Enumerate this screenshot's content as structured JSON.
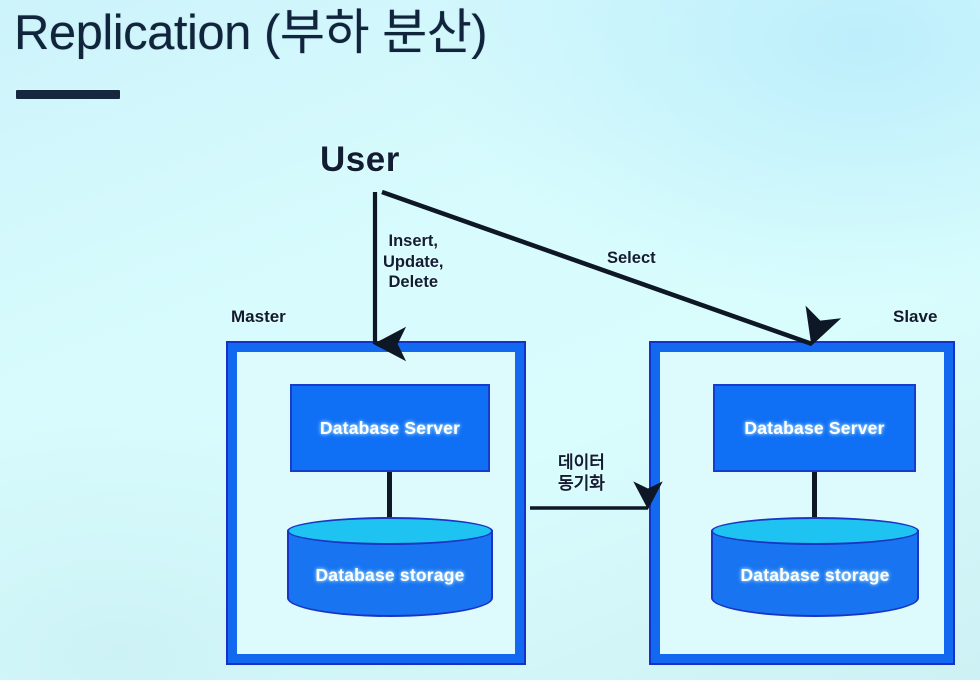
{
  "slide": {
    "title": "Replication (부하 분산)",
    "background_color": "#d8fcfd"
  },
  "diagram": {
    "user_node": {
      "label": "User"
    },
    "edges": [
      {
        "name": "write-ops",
        "label": "Insert,\nUpdate,\nDelete",
        "from": "User",
        "to": "Master"
      },
      {
        "name": "select",
        "label": "Select",
        "from": "User",
        "to": "Slave"
      },
      {
        "name": "sync",
        "label": "데이터\n동기화",
        "from": "Master",
        "to": "Slave"
      }
    ],
    "nodes": [
      {
        "name": "master",
        "title": "Master",
        "server_label": "Database Server",
        "storage_label": "Database storage"
      },
      {
        "name": "slave",
        "title": "Slave",
        "server_label": "Database Server",
        "storage_label": "Database storage"
      }
    ],
    "colors": {
      "frame_border": "#1268ef",
      "frame_outline": "#1730c9",
      "server_fill": "#1070f5",
      "storage_body": "#1874f0",
      "storage_top": "#1fc3f2",
      "arrow": "#0d1726",
      "text_dark": "#101d33",
      "text_light": "#ffffff"
    }
  }
}
